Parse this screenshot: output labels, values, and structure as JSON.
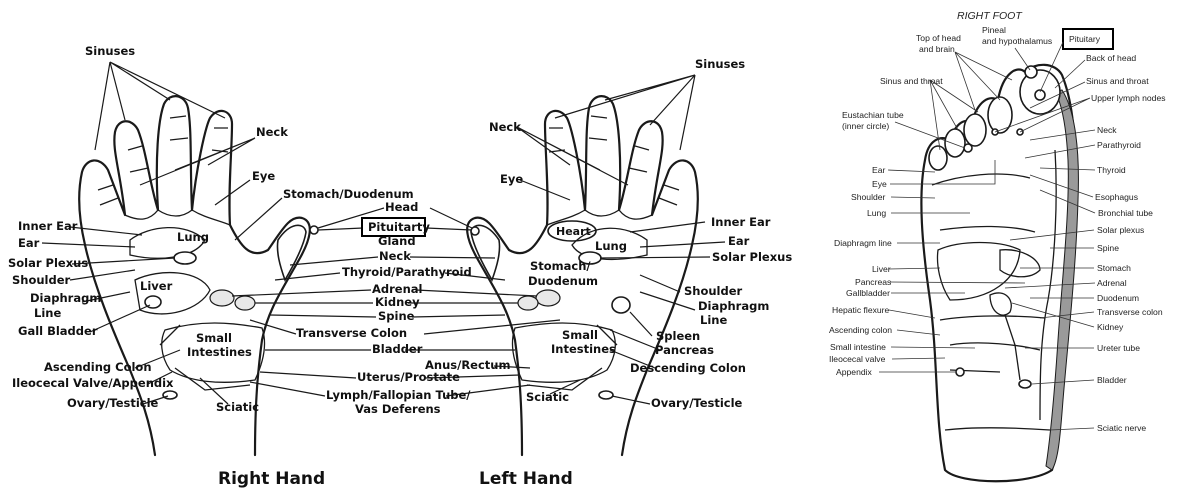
{
  "right_hand": {
    "title": "Right Hand",
    "labels": {
      "sinuses": "Sinuses",
      "neck": "Neck",
      "eye": "Eye",
      "stomach_duodenum": "Stomach/Duodenum",
      "inner_ear": "Inner Ear",
      "ear": "Ear",
      "lung": "Lung",
      "solar_plexus": "Solar Plexus",
      "shoulder": "Shoulder",
      "diaphragm": "Diaphragm",
      "diaphragm_2": "Line",
      "liver": "Liver",
      "gall_bladder": "Gall Bladder",
      "small_intestines": "Small",
      "small_intestines_2": "Intestines",
      "ascending_colon": "Ascending Colon",
      "ileocecal": "Ileocecal Valve/Appendix",
      "ovary": "Ovary/Testicle",
      "sciatic": "Sciatic"
    }
  },
  "center": {
    "head": "Head",
    "pituitary": "Pituitarty",
    "gland": "Gland",
    "neck": "Neck",
    "thyroid": "Thyroid/Parathyroid",
    "adrenal": "Adrenal",
    "kidney": "Kidney",
    "spine": "Spine",
    "transverse_colon": "Transverse Colon",
    "bladder": "Bladder",
    "anus_rectum": "Anus/Rectum",
    "uterus_prostate": "Uterus/Prostate",
    "lymph": "Lymph/Fallopian Tube/",
    "lymph_2": "Vas Deferens"
  },
  "left_hand": {
    "title": "Left Hand",
    "labels": {
      "sinuses": "Sinuses",
      "neck": "Neck",
      "eye": "Eye",
      "heart": "Heart",
      "inner_ear": "Inner Ear",
      "lung": "Lung",
      "ear": "Ear",
      "solar_plexus": "Solar Plexus",
      "stomach_duodenum": "Stomach/",
      "stomach_duodenum_2": "Duodenum",
      "shoulder": "Shoulder",
      "diaphragm": "Diaphragm",
      "diaphragm_2": "Line",
      "spleen": "Spleen",
      "pancreas": "Pancreas",
      "small_intestines": "Small",
      "small_intestines_2": "Intestines",
      "descending_colon": "Descending Colon",
      "sciatic": "Sciatic",
      "ovary": "Ovary/Testicle"
    }
  },
  "right_foot": {
    "title": "RIGHT FOOT",
    "labels": {
      "pineal": "Pineal",
      "pineal_2": "and hypothalamus",
      "pituitary": "Pituitary",
      "top_of_head": "Top of head",
      "top_of_head_2": "and brain",
      "back_of_head": "Back of head",
      "sinus_throat_left": "Sinus and throat",
      "sinus_throat_right": "Sinus and throat",
      "upper_lymph": "Upper lymph nodes",
      "eustachian": "Eustachian tube",
      "eustachian_2": "(inner circle)",
      "neck": "Neck",
      "parathyroid": "Parathyroid",
      "ear": "Ear",
      "thyroid": "Thyroid",
      "eye": "Eye",
      "shoulder": "Shoulder",
      "esophagus": "Esophagus",
      "lung": "Lung",
      "bronchial": "Bronchial tube",
      "solar_plexus": "Solar plexus",
      "diaphragm": "Diaphragm line",
      "spine": "Spine",
      "liver": "Liver",
      "stomach": "Stomach",
      "pancreas": "Pancreas",
      "adrenal": "Adrenal",
      "gallbladder": "Gallbladder",
      "duodenum": "Duodenum",
      "hepatic": "Hepatic flexure",
      "transverse_colon": "Transverse colon",
      "kidney": "Kidney",
      "ascending_colon": "Ascending colon",
      "small_intestine": "Small intestine",
      "ureter": "Ureter tube",
      "ileocecal": "Ileocecal valve",
      "appendix": "Appendix",
      "bladder": "Bladder",
      "sciatic": "Sciatic nerve"
    }
  }
}
